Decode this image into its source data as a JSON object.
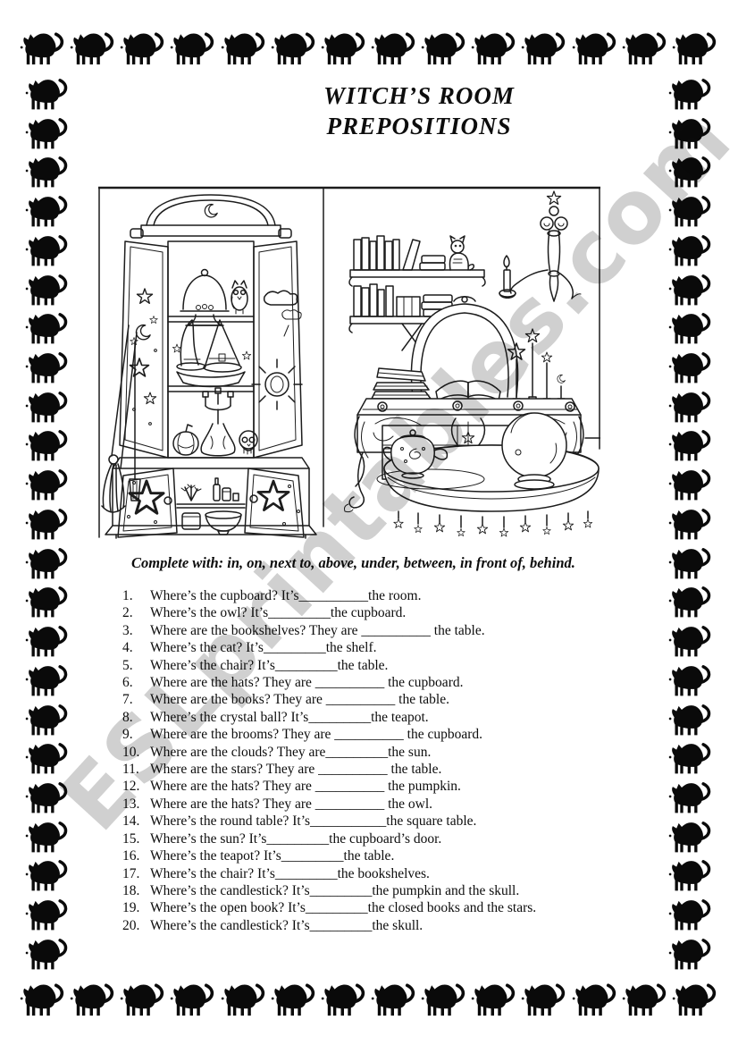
{
  "title": {
    "line1": "WITCH’S ROOM",
    "line2": "PREPOSITIONS"
  },
  "instructions": "Complete with: in, on, next to, above, under, between, in front of, behind.",
  "watermark": {
    "text": "ESLprintables.com",
    "color": "#8f8f8f"
  },
  "border": {
    "icon": "black-cat-icon",
    "cat_color": "#000000",
    "top_count": 14,
    "bottom_count": 14,
    "left_count": 23,
    "right_count": 23
  },
  "illustration": {
    "type": "black-and-white line drawing",
    "panels": [
      {
        "name": "cupboard-scene",
        "objects": [
          "brooms",
          "cupboard",
          "crescent-moon",
          "stars",
          "clouds",
          "sun",
          "cake-dome",
          "owl",
          "witch-hats",
          "boat",
          "pumpkin",
          "candelabra",
          "skull",
          "herbs",
          "bottles",
          "bowl",
          "pot"
        ]
      },
      {
        "name": "table-scene",
        "objects": [
          "bookshelves",
          "books",
          "cat",
          "wall-candlestick",
          "candle",
          "chair",
          "square-table",
          "closed-books",
          "open-book",
          "star-wands",
          "round-table",
          "teapot",
          "crystal-ball",
          "hanging-stars"
        ]
      }
    ]
  },
  "questions": [
    {
      "num": "1.",
      "text": "Where’s the cupboard? It’s__________the room."
    },
    {
      "num": "2.",
      "text": "Where’s the owl? It’s_________the cupboard."
    },
    {
      "num": "3.",
      "text": "Where are the bookshelves? They are __________ the table."
    },
    {
      "num": "4.",
      "text": "Where’s the cat? It’s_________the shelf."
    },
    {
      "num": "5.",
      "text": "Where’s the chair? It’s_________the table."
    },
    {
      "num": "6.",
      "text": "Where are the hats? They are __________ the cupboard."
    },
    {
      "num": "7.",
      "text": "Where are the books? They are __________ the table."
    },
    {
      "num": "8.",
      "text": "Where’s the crystal ball? It’s_________the teapot."
    },
    {
      "num": "9.",
      "text": "Where are the brooms? They are __________ the cupboard."
    },
    {
      "num": "10.",
      "text": "Where are the clouds? They are_________the sun."
    },
    {
      "num": "11.",
      "text": "Where are the stars? They are __________ the table."
    },
    {
      "num": "12.",
      "text": "Where are the hats? They are __________ the pumpkin."
    },
    {
      "num": "13.",
      "text": "Where are the hats? They are __________ the owl."
    },
    {
      "num": "14.",
      "text": "Where’s the round table? It’s___________the square table."
    },
    {
      "num": "15.",
      "text": "Where’s the sun? It’s_________the cupboard’s door."
    },
    {
      "num": "16.",
      "text": "Where’s the teapot? It’s_________the table."
    },
    {
      "num": "17.",
      "text": "Where’s the chair? It’s_________the bookshelves."
    },
    {
      "num": "18.",
      "text": "Where’s the candlestick? It’s_________the pumpkin and the skull."
    },
    {
      "num": "19.",
      "text": "Where’s the open book? It’s_________the closed books and the stars."
    },
    {
      "num": "20.",
      "text": "Where’s the candlestick? It’s_________the skull."
    }
  ]
}
